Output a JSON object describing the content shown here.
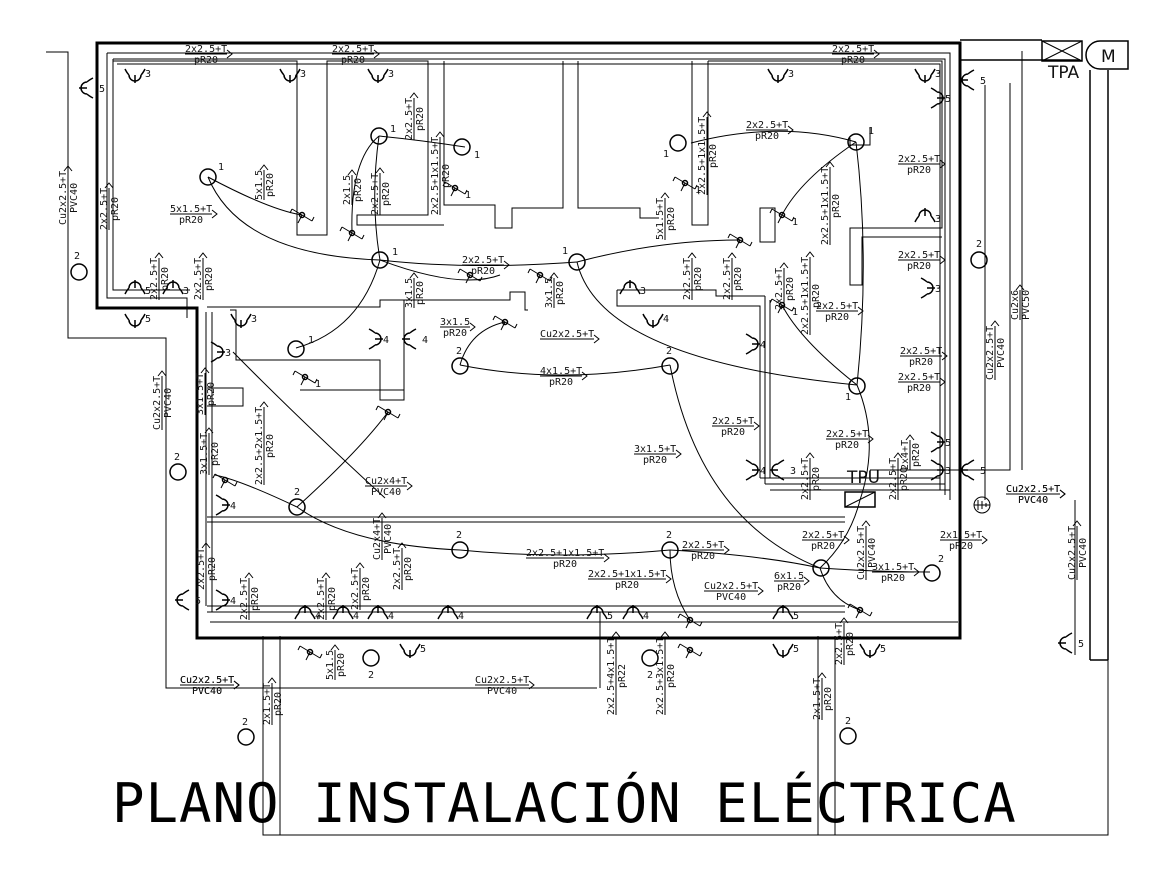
{
  "title": "PLANO INSTALACIÓN ELÉCTRICA",
  "colors": {
    "ink": "#000000",
    "background": "#ffffff"
  },
  "panels": {
    "tpu": "TPU",
    "tpa": "TPA",
    "motor": "M"
  },
  "legend_symbols": {
    "1": "lighting point / switch (circuit 1)",
    "2": "lighting point (circuit 2)",
    "3": "socket outlet (circuit 3)",
    "4": "socket outlet (circuit 4)",
    "5": "socket outlet (circuit 5)"
  },
  "cable_labels": [
    {
      "id": "top-1",
      "cable": "2x2.5+T",
      "conduit": "pR20"
    },
    {
      "id": "top-2",
      "cable": "2x2.5+T",
      "conduit": "pR20"
    },
    {
      "id": "top-3",
      "cable": "2x2.5+T",
      "conduit": "pR20"
    },
    {
      "id": "feed-left",
      "cable": "Cu2x2.5+T",
      "conduit": "PVC40"
    },
    {
      "id": "left-riser",
      "cable": "2x2.5+T",
      "conduit": "pR20"
    },
    {
      "id": "room1-light",
      "cable": "5x1.5+T",
      "conduit": "pR20"
    },
    {
      "id": "room1-sw",
      "cable": "5x1.5",
      "conduit": "pR20"
    },
    {
      "id": "hall-sw",
      "cable": "2x1.5",
      "conduit": "pR20"
    },
    {
      "id": "hall-riser",
      "cable": "2x2.5+T",
      "conduit": "pR20"
    },
    {
      "id": "bath1-down",
      "cable": "2x2.5+T",
      "conduit": "pR20"
    },
    {
      "id": "bath1-mix",
      "cable": "2x2.5+1x1.5+T",
      "conduit": "pR20"
    },
    {
      "id": "hall-main",
      "cable": "2x2.5+T",
      "conduit": "pR20"
    },
    {
      "id": "sw-3x15a",
      "cable": "3x1.5",
      "conduit": "pR20"
    },
    {
      "id": "sw-3x15b",
      "cable": "3x1.5",
      "conduit": "pR20"
    },
    {
      "id": "bath2-mix",
      "cable": "2x2.5+1x1.5+T",
      "conduit": "pR20"
    },
    {
      "id": "kitchen-riser",
      "cable": "5x1.5+T",
      "conduit": "pR20"
    },
    {
      "id": "room2-top",
      "cable": "2x2.5+T",
      "conduit": "pR20"
    },
    {
      "id": "room2-right",
      "cable": "2x2.5+T",
      "conduit": "pR20"
    },
    {
      "id": "room2-mix",
      "cable": "2x2.5+1x1.5+T",
      "conduit": "pR20"
    },
    {
      "id": "living-r1",
      "cable": "2x2.5+T",
      "conduit": "pR20"
    },
    {
      "id": "living-r2",
      "cable": "2x2.5+T",
      "conduit": "pR20"
    },
    {
      "id": "living-r3",
      "cable": "2x2.5+T",
      "conduit": "pR20"
    },
    {
      "id": "living-r4",
      "cable": "2x2.5+T",
      "conduit": "pR20"
    },
    {
      "id": "living-mix",
      "cable": "2x2.5+1x1.5+T",
      "conduit": "pR20"
    },
    {
      "id": "living-light",
      "cable": "2x2.5+T",
      "conduit": "pR20"
    },
    {
      "id": "mid-s1",
      "cable": "2x2.5+T",
      "conduit": "pR20"
    },
    {
      "id": "mid-s2",
      "cable": "2x2.5+T",
      "conduit": "pR20"
    },
    {
      "id": "kitchen-s1",
      "cable": "2x2.5+T",
      "conduit": "pR20"
    },
    {
      "id": "kitchen-s2",
      "cable": "2x2.5+T",
      "conduit": "pR20"
    },
    {
      "id": "sw-3x15-hall",
      "cable": "3x1.5",
      "conduit": "pR20"
    },
    {
      "id": "cu-hall",
      "cable": "Cu2x2.5+T",
      "conduit": ""
    },
    {
      "id": "lights-4x15",
      "cable": "4x1.5+T",
      "conduit": "pR20"
    },
    {
      "id": "left-3x15t",
      "cable": "3x1.5+T",
      "conduit": "pR20"
    },
    {
      "id": "left-mix2",
      "cable": "2x2.5+2x1.5+T",
      "conduit": "pR20"
    },
    {
      "id": "left-3x15t-b",
      "cable": "3x1.5+T",
      "conduit": "pR20"
    },
    {
      "id": "diag-feed",
      "cable": "Cu2x4+T",
      "conduit": "PVC40"
    },
    {
      "id": "center-3x15t",
      "cable": "3x1.5+T",
      "conduit": "pR20"
    },
    {
      "id": "feed-mid-left",
      "cable": "Cu2x2.5+T",
      "conduit": "PVC40"
    },
    {
      "id": "tpu-l1",
      "cable": "2x2.5+T",
      "conduit": "pR20"
    },
    {
      "id": "tpu-l2",
      "cable": "2x2.5+T",
      "conduit": "pR20"
    },
    {
      "id": "tpu-r1",
      "cable": "2x2.5+T",
      "conduit": "pR20"
    },
    {
      "id": "tpu-r2",
      "cable": "2x4+T",
      "conduit": "pR20"
    },
    {
      "id": "tpu-top",
      "cable": "2x2.5+T",
      "conduit": "pR20"
    },
    {
      "id": "tpu-feed-cu",
      "cable": "Cu2x2.5+T",
      "conduit": "PVC40"
    },
    {
      "id": "right-feed",
      "cable": "Cu2x2.5+T",
      "conduit": "PVC40"
    },
    {
      "id": "riser-cu6",
      "cable": "Cu2x6",
      "conduit": "PVC50"
    },
    {
      "id": "earth-feed",
      "cable": "Cu2x2.5+T",
      "conduit": "PVC40"
    },
    {
      "id": "garage-feed",
      "cable": "Cu2x2.5+T",
      "conduit": "PVC40"
    },
    {
      "id": "lower-living",
      "cable": "2x2.5+1x1.5+T",
      "conduit": "pR20"
    },
    {
      "id": "lower-light",
      "cable": "2x2.5+T",
      "conduit": "pR20"
    },
    {
      "id": "lower-mix",
      "cable": "2x2.5+1x1.5+T",
      "conduit": "pR20"
    },
    {
      "id": "lower-cu",
      "cable": "Cu2x2.5+T",
      "conduit": "PVC40"
    },
    {
      "id": "lower-6x15",
      "cable": "6x1.5",
      "conduit": "pR20"
    },
    {
      "id": "lower-tpu",
      "cable": "2x2.5+T",
      "conduit": "pR20"
    },
    {
      "id": "lower-cu-v",
      "cable": "Cu2x2.5+T",
      "conduit": "PVC40"
    },
    {
      "id": "lower-3x15t",
      "cable": "3x1.5+T",
      "conduit": "pR20"
    },
    {
      "id": "lower-2x15t",
      "cable": "2x1.5+T",
      "conduit": "pR20"
    },
    {
      "id": "bottom-s1",
      "cable": "2x2.5+T",
      "conduit": "pR20"
    },
    {
      "id": "bottom-s2",
      "cable": "2x2.5+T",
      "conduit": "pR20"
    },
    {
      "id": "bottom-s3",
      "cable": "2x2.5+T",
      "conduit": "pR20"
    },
    {
      "id": "bottom-s4",
      "cable": "2x2.5+T",
      "conduit": "pR20"
    },
    {
      "id": "bottom-s5",
      "cable": "2x2.5+T",
      "conduit": "pR20"
    },
    {
      "id": "bottom-cuv",
      "cable": "Cu2x4+T",
      "conduit": "PVC40"
    },
    {
      "id": "bottom-5x15",
      "cable": "5x1.5",
      "conduit": "pR20"
    },
    {
      "id": "porch-left",
      "cable": "2x1.5+T",
      "conduit": "pR20"
    },
    {
      "id": "bottom-feed1",
      "cable": "Cu2x2.5+T",
      "conduit": "PVC40"
    },
    {
      "id": "bottom-feed2",
      "cable": "Cu2x2.5+T",
      "conduit": "PVC40"
    },
    {
      "id": "bottom-mix4",
      "cable": "2x2.5+4x1.5+T",
      "conduit": "pR22"
    },
    {
      "id": "bottom-mix3",
      "cable": "2x2.5+3x1.5+T",
      "conduit": "pR20"
    },
    {
      "id": "porch-right",
      "cable": "2x1.5+T",
      "conduit": "pR20"
    },
    {
      "id": "porch-right-2",
      "cable": "2x2.5+T",
      "conduit": "pR20"
    },
    {
      "id": "motor-feed",
      "cable": "Cu2x2.5+T",
      "conduit": "PVC40"
    }
  ]
}
